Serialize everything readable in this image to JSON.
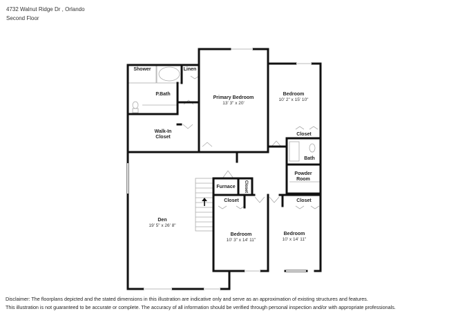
{
  "header": {
    "address": "4732 Walnut Ridge Dr , Orlando",
    "floor": "Second Floor"
  },
  "rooms": {
    "shower": {
      "name": "Shower"
    },
    "linen": {
      "name": "Linen"
    },
    "pbath": {
      "name": "P.Bath"
    },
    "walkin": {
      "name": "Walk-In",
      "name2": "Closet"
    },
    "primary": {
      "name": "Primary Bedroom",
      "dims": "13' 3\" x 20'"
    },
    "bedroom1": {
      "name": "Bedroom",
      "dims": "10' 2\" x 15' 10\""
    },
    "closet1": {
      "name": "Closet"
    },
    "bath": {
      "name": "Bath"
    },
    "powder": {
      "name": "Powder",
      "name2": "Room"
    },
    "furnace": {
      "name": "Furnace"
    },
    "closet_small": {
      "name": "Closet"
    },
    "closet2": {
      "name": "Closet"
    },
    "closet3": {
      "name": "Closet"
    },
    "den": {
      "name": "Den",
      "dims": "19' 5\" x 26' 8\""
    },
    "bedroom2": {
      "name": "Bedroom",
      "dims": "10' 3\" x 14' 11\""
    },
    "bedroom3": {
      "name": "Bedroom",
      "dims": "10' x 14' 11\""
    }
  },
  "disclaimer": {
    "line1": "Disclaimer: The floorplans depicted and the stated dimensions in this illustration are indicative only and serve as an approximation of existing structures and features.",
    "line2": "This illustration is not guaranteed to be accurate or complete. The accuracy of all information should be verified through personal inspection and/or with appropriate professionals."
  },
  "colors": {
    "wall": "#111111",
    "window": "#d8d8d8",
    "fixture": "#aaaaaa"
  }
}
